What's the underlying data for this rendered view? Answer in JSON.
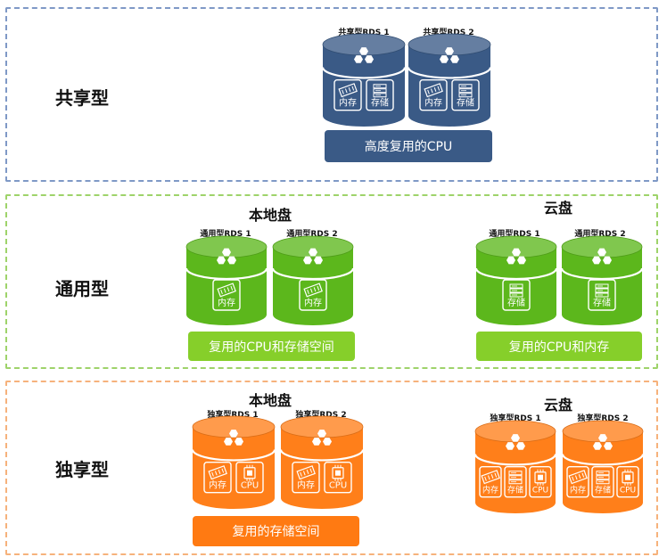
{
  "colors": {
    "shared": "#3a5a86",
    "shared_border": "#7f99c6",
    "general": "#5cb71c",
    "general_border": "#9ed36a",
    "general_bar": "#86cf2a",
    "dedicated": "#ff7f1a",
    "dedicated_border": "#f6b27c",
    "dedicated_bar": "#ff7a12"
  },
  "shared": {
    "label": "共享型",
    "rds": [
      {
        "title": "共享型RDS 1"
      },
      {
        "title": "共享型RDS 2"
      }
    ],
    "items": {
      "memory": "内存",
      "storage": "存储"
    },
    "bar": "高度复用的CPU"
  },
  "general": {
    "label": "通用型",
    "local": {
      "title": "本地盘",
      "rds": [
        {
          "title": "通用型RDS 1"
        },
        {
          "title": "通用型RDS 2"
        }
      ],
      "item": "内存",
      "bar": "复用的CPU和存储空间"
    },
    "cloud": {
      "title": "云盘",
      "rds": [
        {
          "title": "通用型RDS 1"
        },
        {
          "title": "通用型RDS 2"
        }
      ],
      "item": "存储",
      "bar": "复用的CPU和内存"
    }
  },
  "dedicated": {
    "label": "独享型",
    "local": {
      "title": "本地盘",
      "rds": [
        {
          "title": "独享型RDS 1"
        },
        {
          "title": "独享型RDS 2"
        }
      ],
      "items": {
        "memory": "内存",
        "cpu": "CPU"
      },
      "bar": "复用的存储空间"
    },
    "cloud": {
      "title": "云盘",
      "rds": [
        {
          "title": "独享型RDS 1"
        },
        {
          "title": "独享型RDS 2"
        }
      ],
      "items": {
        "memory": "内存",
        "storage": "存储",
        "cpu": "CPU"
      }
    }
  }
}
